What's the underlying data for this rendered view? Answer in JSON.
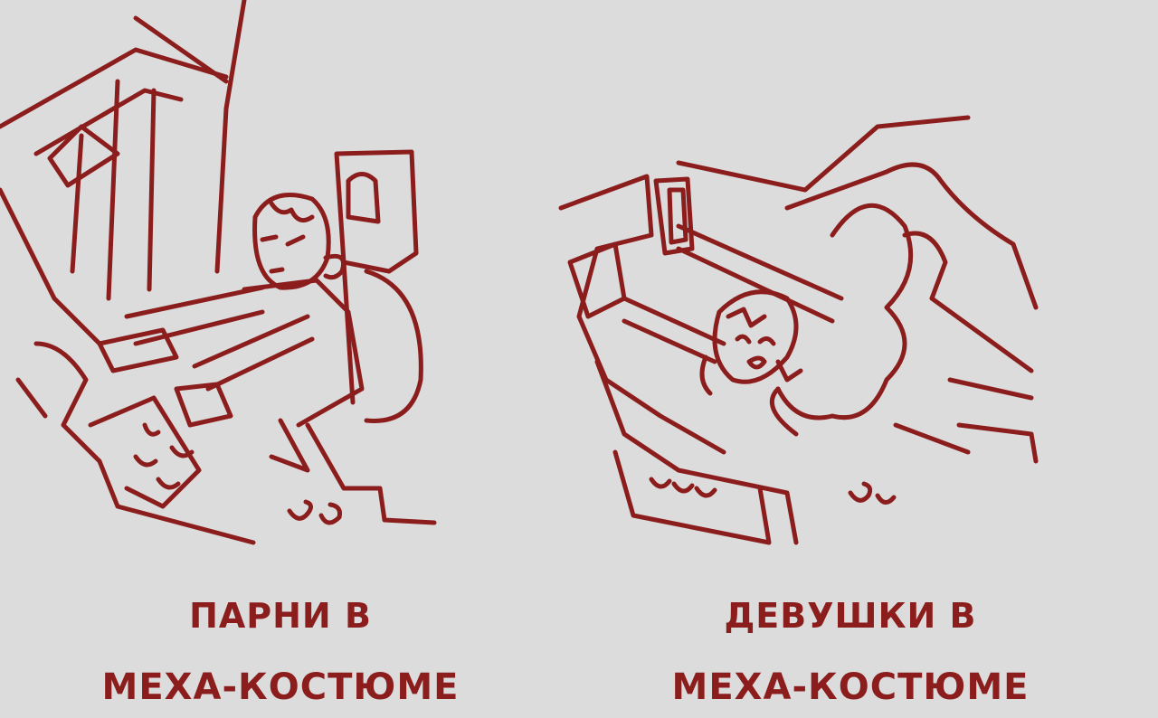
{
  "colors": {
    "background": "#dcdcdc",
    "ink": "#8b1d1d"
  },
  "panels": {
    "left": {
      "caption_line1": "ПАРНИ В",
      "caption_line2": "МЕХА-КОСТЮМЕ"
    },
    "right": {
      "caption_line1": "ДЕВУШКИ В",
      "caption_line2": "МЕХА-КОСТЮМЕ"
    }
  }
}
